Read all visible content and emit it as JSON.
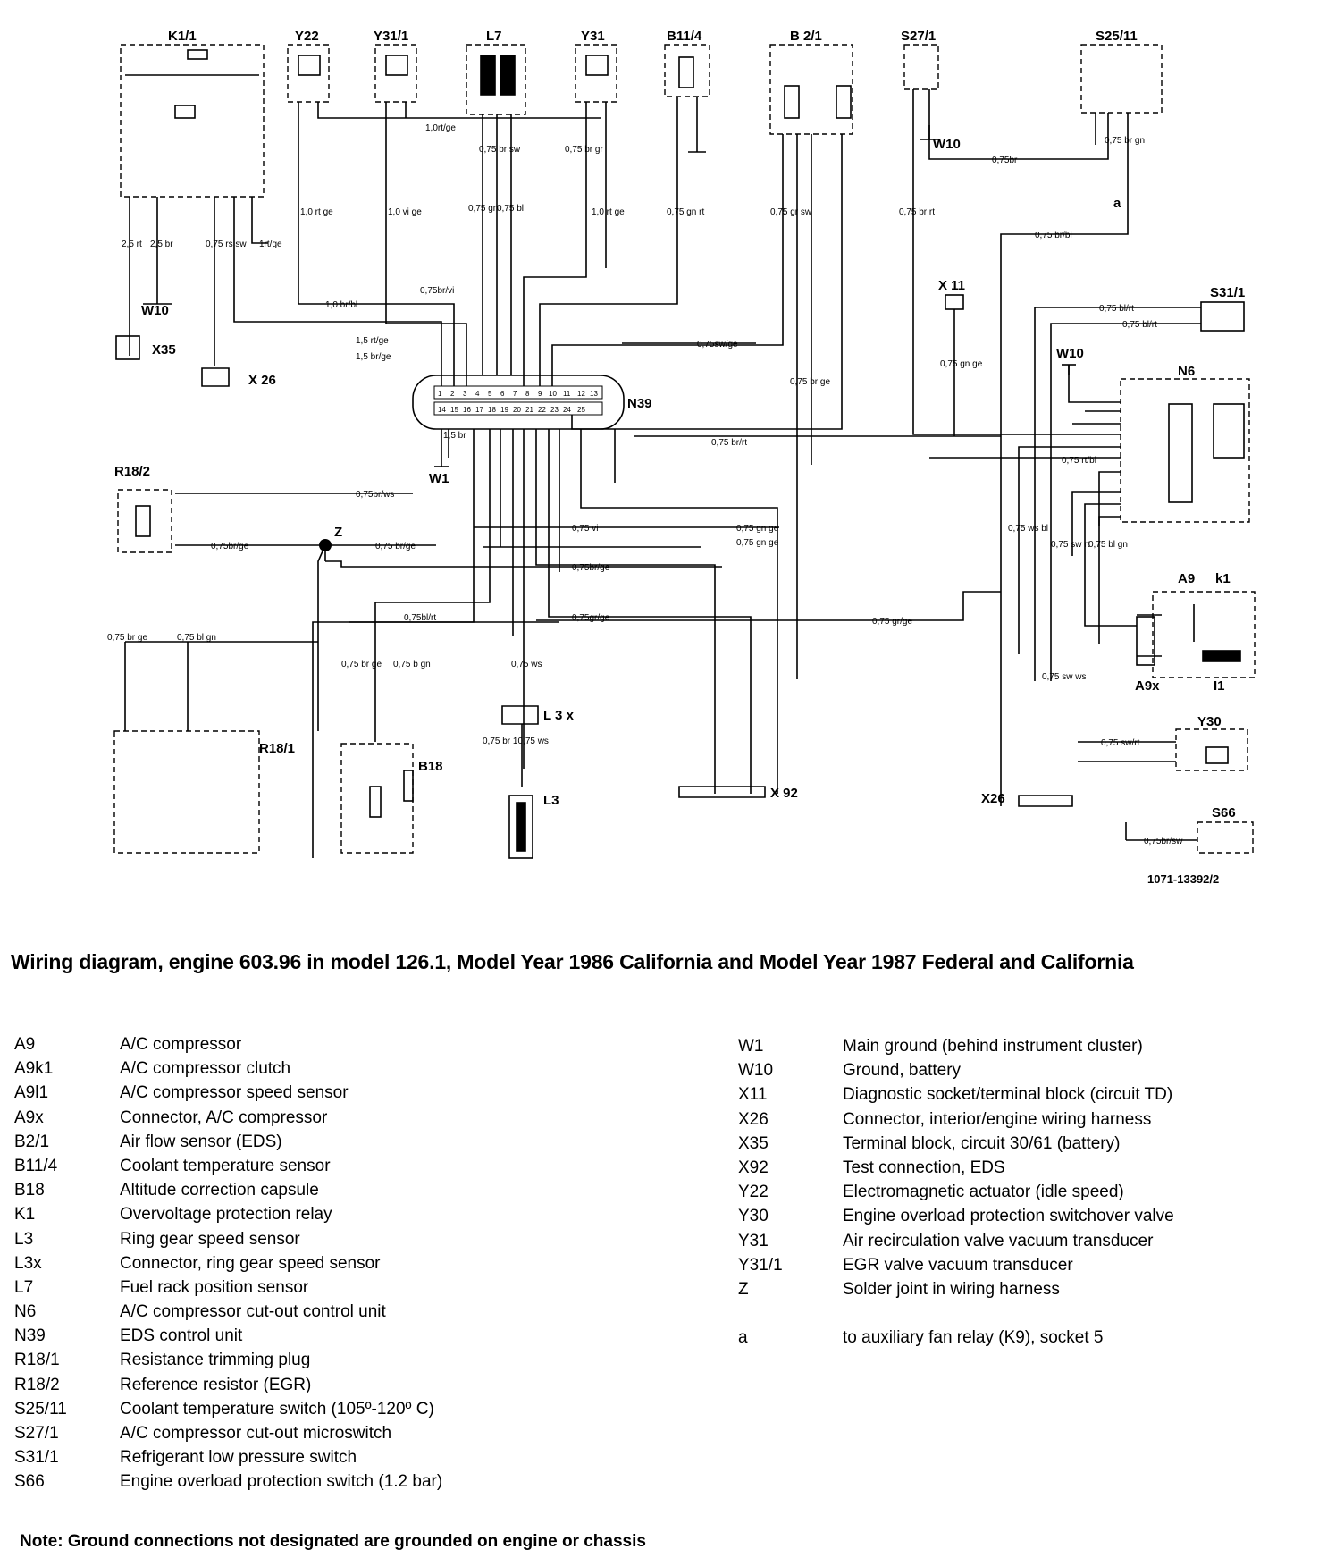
{
  "diagram": {
    "figure_number": "1071-13392/2",
    "component_labels": {
      "k11": "K1/1",
      "y22": "Y22",
      "y311": "Y31/1",
      "l7": "L7",
      "y31": "Y31",
      "b114": "B11/4",
      "b21": "B 2/1",
      "s271": "S27/1",
      "s2511": "S25/11",
      "w10_a": "W10",
      "x35": "X35",
      "x26_a": "X 26",
      "w10_b": "W10",
      "a_ref": "a",
      "x11": "X 11",
      "s311": "S31/1",
      "w10_c": "W10",
      "n6": "N6",
      "n39": "N39",
      "w1": "W1",
      "r182": "R18/2",
      "z": "Z",
      "a9": "A9",
      "k1": "k1",
      "a9x": "A9x",
      "i1": "I1",
      "y30": "Y30",
      "r181": "R18/1",
      "b18": "B18",
      "l3x": "L 3 x",
      "l3": "L3",
      "x92": "X 92",
      "x26_b": "X26",
      "s66": "S66"
    },
    "wire_labels": {
      "w1": "1,0rt/ge",
      "w2": "0,75br/vi",
      "w3": "1,0 br/bl",
      "w4": "1,5 rt/ge",
      "w5": "1,5 br/ge",
      "w6": "0,75sw/ge",
      "w7": "0,75 br/rt",
      "w8": "0,75br/ws",
      "w9": "0,75br/ge",
      "w10": "0,75 br/ge",
      "w11": "0,75 vi",
      "w12": "0,75br/ge",
      "w13": "0,75bl/rt",
      "w14": "0,75gr/ge",
      "w15": "0,75 gr/ge",
      "w16": "0,75br",
      "w17": "0,75 br/bl",
      "w18": "0,75 bl/rt",
      "w19": "0,75 bl/rt",
      "w20": "0,75 rt/bl",
      "w21": "0,75 sw/rt",
      "w22": "0,75br/sw",
      "w23": "1rt/ge",
      "v1": "2,5 rt",
      "v2": "2,5 br",
      "v3": "0,75 rs sw",
      "v4": "1,0 rt ge",
      "v5": "1,0 vi ge",
      "v6": "0,75 br sw",
      "v7": "0,75 gn",
      "v8": "0,75 bl",
      "v9": "0,75 br gr",
      "v10": "1,0 rt ge",
      "v11": "0,75 gn rt",
      "v12": "0,75 gr sw",
      "v13": "0,75 br ge",
      "v14": "0,75 br rt",
      "v15": "0,75 br gn",
      "v16": "0,75 gn ge",
      "v17": "0,75 gn ge",
      "v18": "0,75 ws bl",
      "v19": "0,75 sw rt",
      "v20": "0,75 bl gn",
      "v21": "0,75 sw ws",
      "v22": "0,75 br ge",
      "v23": "0,75 bl gn",
      "v24": "0,75 br ge",
      "v25": "0,75 b gn",
      "v26": "0,75 ws",
      "v27": "0,75 br 10,75 ws",
      "v28": "0,75 gn ge",
      "v29": "1,5 br"
    }
  },
  "title": "Wiring diagram, engine 603.96 in model 126.1, Model Year 1986 California and Model Year 1987 Federal and California",
  "legend_left": [
    {
      "code": "A9",
      "desc": "A/C compressor"
    },
    {
      "code": "A9k1",
      "desc": "A/C compressor clutch"
    },
    {
      "code": "A9l1",
      "desc": "A/C compressor speed sensor"
    },
    {
      "code": "A9x",
      "desc": "Connector, A/C compressor"
    },
    {
      "code": "B2/1",
      "desc": "Air flow sensor (EDS)"
    },
    {
      "code": "B11/4",
      "desc": "Coolant temperature sensor"
    },
    {
      "code": "B18",
      "desc": "Altitude correction capsule"
    },
    {
      "code": "K1",
      "desc": "Overvoltage protection relay"
    },
    {
      "code": "L3",
      "desc": "Ring gear speed sensor"
    },
    {
      "code": "L3x",
      "desc": "Connector, ring gear speed sensor"
    },
    {
      "code": "L7",
      "desc": "Fuel rack position sensor"
    },
    {
      "code": "N6",
      "desc": "A/C compressor cut-out control unit"
    },
    {
      "code": "N39",
      "desc": "EDS control unit"
    },
    {
      "code": "R18/1",
      "desc": "Resistance trimming plug"
    },
    {
      "code": "R18/2",
      "desc": "Reference resistor (EGR)"
    },
    {
      "code": "S25/11",
      "desc": "Coolant temperature switch (105º-120º C)"
    },
    {
      "code": "S27/1",
      "desc": "A/C compressor cut-out microswitch"
    },
    {
      "code": "S31/1",
      "desc": "Refrigerant low pressure switch"
    },
    {
      "code": "S66",
      "desc": "Engine overload protection switch (1.2 bar)"
    }
  ],
  "legend_right": [
    {
      "code": "W1",
      "desc": "Main ground (behind instrument cluster)"
    },
    {
      "code": "W10",
      "desc": "Ground, battery"
    },
    {
      "code": "X11",
      "desc": "Diagnostic socket/terminal block (circuit TD)"
    },
    {
      "code": "X26",
      "desc": "Connector, interior/engine wiring harness"
    },
    {
      "code": "X35",
      "desc": "Terminal block, circuit 30/61 (battery)"
    },
    {
      "code": "X92",
      "desc": "Test connection, EDS"
    },
    {
      "code": "Y22",
      "desc": "Electromagnetic actuator (idle speed)"
    },
    {
      "code": "Y30",
      "desc": "Engine overload protection switchover valve"
    },
    {
      "code": "Y31",
      "desc": "Air recirculation valve vacuum transducer"
    },
    {
      "code": "Y31/1",
      "desc": "EGR valve vacuum transducer"
    },
    {
      "code": "Z",
      "desc": "Solder joint in wiring harness"
    },
    {
      "code": "",
      "desc": ""
    },
    {
      "code": "a",
      "desc": "to auxiliary fan relay (K9), socket 5"
    }
  ],
  "note": "Note:  Ground connections not designated are grounded on engine or chassis"
}
